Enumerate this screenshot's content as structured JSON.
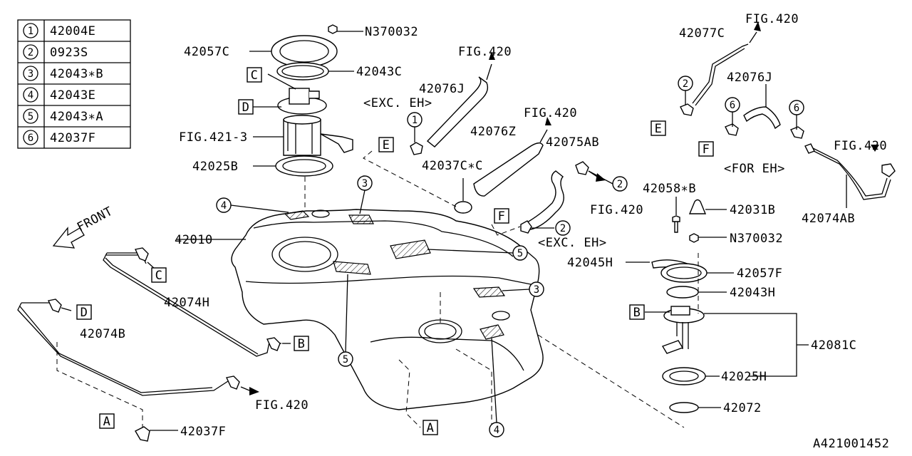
{
  "legend": [
    {
      "num": "1",
      "part": "42004E"
    },
    {
      "num": "2",
      "part": "0923S"
    },
    {
      "num": "3",
      "part": "42043∗B"
    },
    {
      "num": "4",
      "part": "42043E"
    },
    {
      "num": "5",
      "part": "42043∗A"
    },
    {
      "num": "6",
      "part": "42037F"
    }
  ],
  "labels": {
    "n370032_top": "N370032",
    "p42057c": "42057C",
    "p42043c": "42043C",
    "fig420_a": "FIG.420",
    "p42076j_a": "42076J",
    "exc_eh_a": "<EXC. EH>",
    "fig421": "FIG.421-3",
    "p42025b": "42025B",
    "p42076z": "42076Z",
    "fig420_b": "FIG.420",
    "p42075ab": "42075AB",
    "p42037c": "42037C∗C",
    "fig420_c": "FIG.420",
    "exc_eh_b": "<EXC. EH>",
    "p42010": "42010",
    "front": "FRONT",
    "p42074h": "42074H",
    "p42074b": "42074B",
    "fig420_d": "FIG.420",
    "p42037f": "42037F",
    "p42077c": "42077C",
    "fig420_e": "FIG.420",
    "p42076j_b": "42076J",
    "for_eh": "<FOR EH>",
    "fig420_f": "FIG.420",
    "p42074ab": "42074AB",
    "p42058b": "42058∗B",
    "p42031b": "42031B",
    "n370032_b": "N370032",
    "p42045h": "42045H",
    "p42057f": "42057F",
    "p42043h": "42043H",
    "p42081c": "42081C",
    "p42025h": "42025H",
    "p42072": "42072",
    "diagram_id": "A421001452"
  },
  "callouts": {
    "c1": "1",
    "c2a": "2",
    "c2b": "2",
    "c2c": "2",
    "c3a": "3",
    "c3b": "3",
    "c4a": "4",
    "c4b": "4",
    "c5a": "5",
    "c5b": "5",
    "c6a": "6",
    "c6b": "6"
  },
  "refs": {
    "C1": "C",
    "D1": "D",
    "E1": "E",
    "F1": "F",
    "C2": "C",
    "D2": "D",
    "B1": "B",
    "A1": "A",
    "A2": "A",
    "E2": "E",
    "F2": "F",
    "B2": "B"
  }
}
